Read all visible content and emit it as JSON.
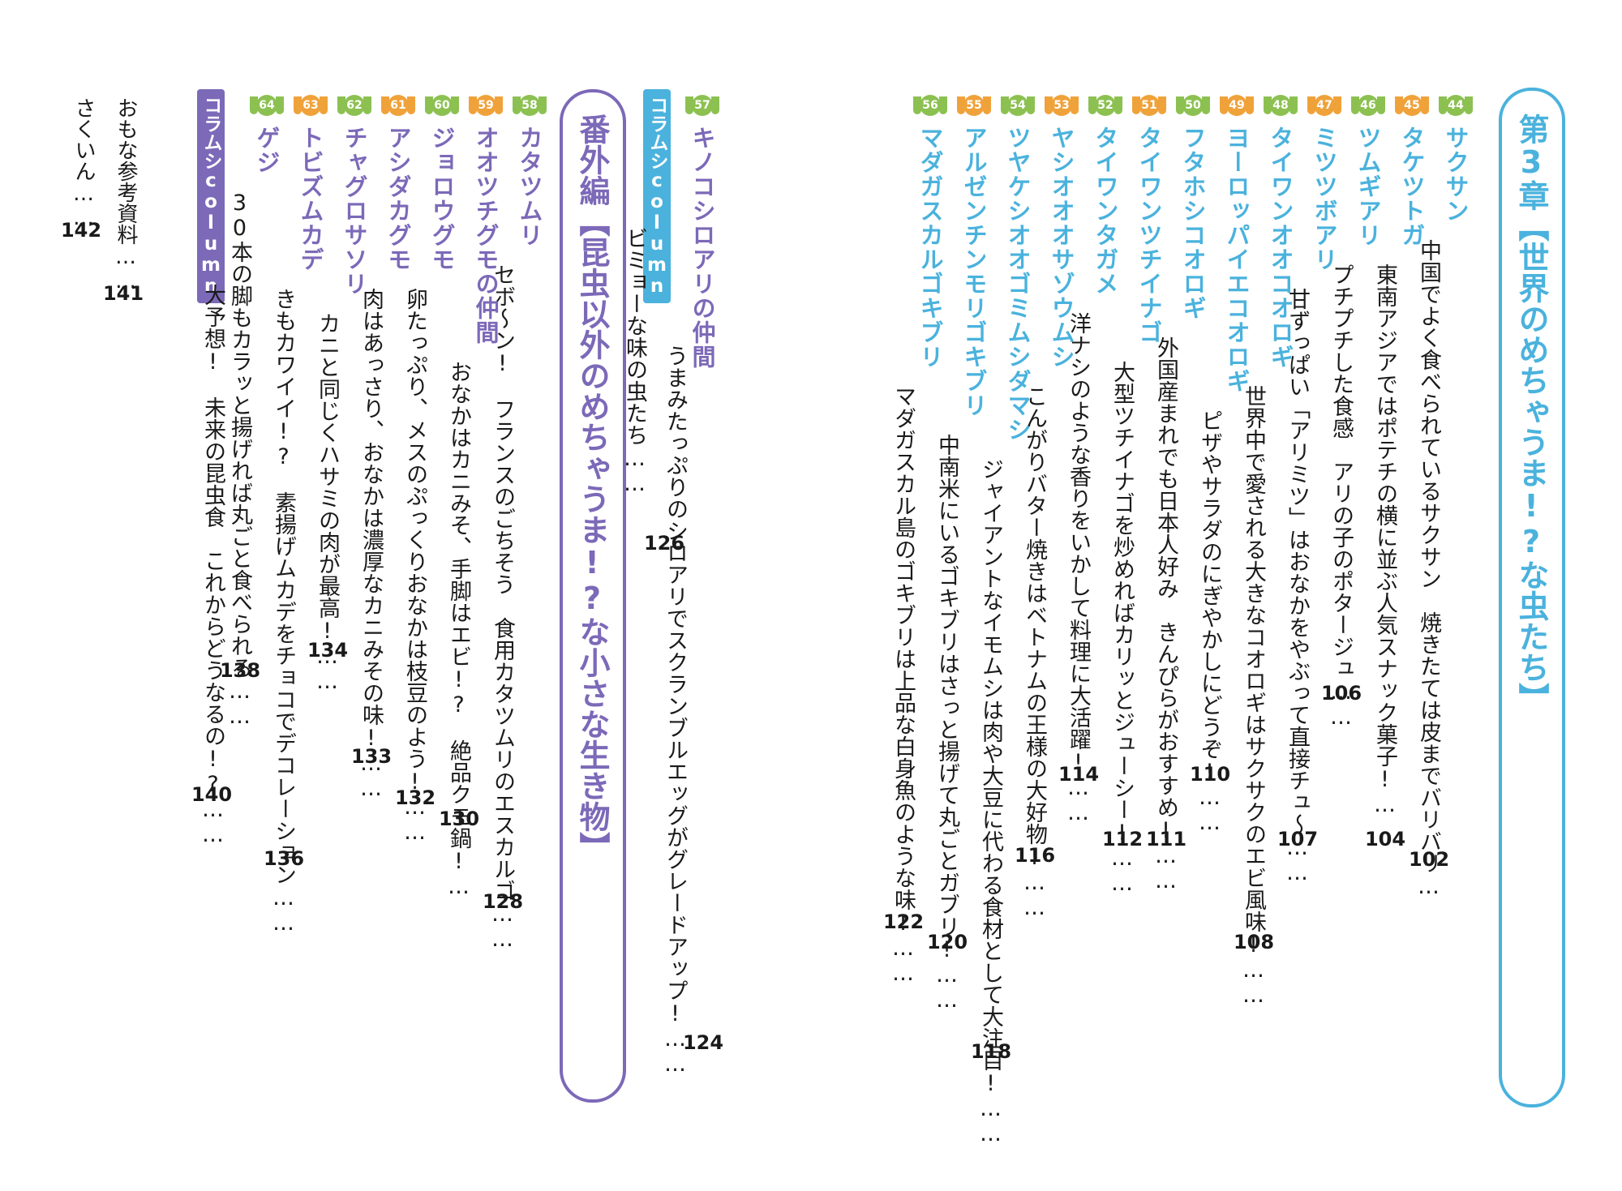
{
  "colors": {
    "green": "#8cc152",
    "orange": "#f0a23a",
    "blue": "#4ab2dd",
    "purple": "#7c69b8",
    "text": "#1a1a1a"
  },
  "chapter3": {
    "title": "第3章【世界のめちゃうま!?な虫たち】",
    "entries": [
      {
        "num": "44",
        "title": "サクサン",
        "desc": "中国でよく食べられているサクサン　焼きたては皮までバリバリ…",
        "page": "102"
      },
      {
        "num": "45",
        "title": "タケツトガ",
        "desc": "東南アジアではポテチの横に並ぶ人気スナック菓子!…",
        "page": "104"
      },
      {
        "num": "46",
        "title": "ツムギアリ",
        "desc": "プチプチした食感　アリの子のポタージュ……",
        "page": "106"
      },
      {
        "num": "47",
        "title": "ミツツボアリ",
        "desc": "甘ずっぱい「アリミツ」はおなかをやぶって直接チュ〜……",
        "page": "107"
      },
      {
        "num": "48",
        "title": "タイワンオオコオロギ",
        "desc": "世界中で愛される大きなコオロギはサクサクのエビ風味!……",
        "page": "108"
      },
      {
        "num": "49",
        "title": "ヨーロッパイエコオロギ",
        "desc": "ピザやサラダのにぎやかしにどうぞ!……",
        "page": "110"
      },
      {
        "num": "50",
        "title": "フタホシコオロギ",
        "desc": "外国産まれでも日本人好み　きんぴらがおすすめ!……",
        "page": "111"
      },
      {
        "num": "51",
        "title": "タイワンツチイナゴ",
        "desc": "大型ツチイナゴを炒めればカリッとジューシー!……",
        "page": "112"
      },
      {
        "num": "52",
        "title": "タイワンタガメ",
        "desc": "洋ナシのような香りをいかして料理に大活躍!……",
        "page": "114"
      },
      {
        "num": "53",
        "title": "ヤシオオオサゾウムシ",
        "desc": "こんがりバター焼きはベトナムの王様の大好物!……",
        "page": "116"
      },
      {
        "num": "54",
        "title": "ツヤケシオオゴミムシダマシ",
        "desc": "ジャイアントなイモムシは肉や大豆に代わる食材として大注目!……",
        "page": "118"
      },
      {
        "num": "55",
        "title": "アルゼンチンモリゴキブリ",
        "desc": "中南米にいるゴキブリはさっと揚げて丸ごとガブリ!……",
        "page": "120"
      },
      {
        "num": "56",
        "title": "マダガスカルゴキブリ",
        "desc": "マダガスカル島のゴキブリは上品な白身魚のような味!……",
        "page": "122"
      }
    ]
  },
  "column1": {
    "label": "コラムシcolumn",
    "num": "57",
    "title": "キノコシロアリの仲間",
    "desc": "うまみたっぷりのシロアリでスクランブルエッグがグレードアップ!……",
    "page": "124",
    "desc2": "ビミョーな味の虫たち……",
    "page2": "126"
  },
  "bangai": {
    "title": "番外編【昆虫以外のめちゃうま!?な小さな生き物】",
    "entries": [
      {
        "num": "58",
        "title": "カタツムリ",
        "desc": "セボ〜ン!　フランスのごちそう　食用カタツムリのエスカルゴ……",
        "page": "128"
      },
      {
        "num": "59",
        "title": "オオツチグモの仲間",
        "desc": "おなかはカニみそ、手脚はエビ!?　絶品クモ鍋!…",
        "page": "130"
      },
      {
        "num": "60",
        "title": "ジョロウグモ",
        "desc": "卵たっぷり、メスのぷっくりおなかは枝豆のよう!……",
        "page": "132"
      },
      {
        "num": "61",
        "title": "アシダカグモ",
        "desc": "肉はあっさり、おなかは濃厚なカニみその味!……",
        "page": "133"
      },
      {
        "num": "62",
        "title": "チャグロサソリ",
        "desc": "カニと同じくハサミの肉が最高!……",
        "page": "134"
      },
      {
        "num": "63",
        "title": "トビズムカデ",
        "desc": "きもカワイイ!?　素揚げムカデをチョコでデコレーション……",
        "page": "136"
      },
      {
        "num": "64",
        "title": "ゲジ",
        "desc": "30本の脚もカラッと揚げれば丸ごと食べられる……",
        "page": "138"
      }
    ]
  },
  "column2": {
    "label": "コラムシcolumn",
    "desc": "大予想!　未来の昆虫食　これからどうなるの!?……",
    "page": "140"
  },
  "back": {
    "references": "おもな参考資料……",
    "references_page": "141",
    "index": "さくいん……",
    "index_page": "142"
  }
}
